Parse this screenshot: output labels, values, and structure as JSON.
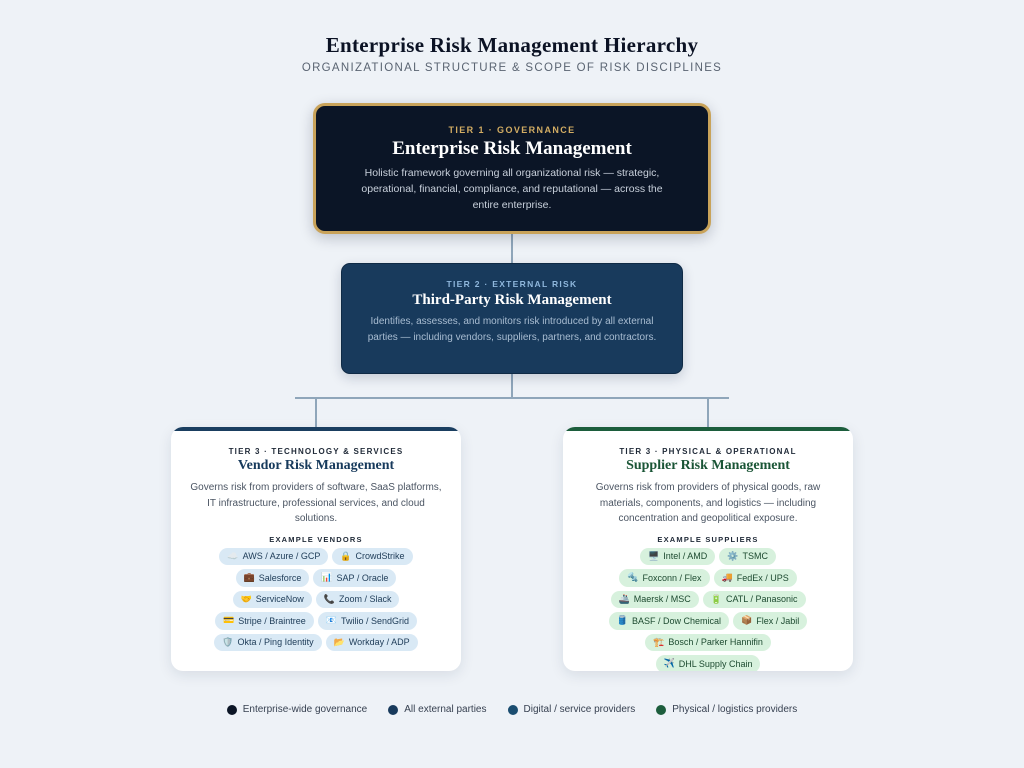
{
  "header": {
    "title": "Enterprise Risk Management Hierarchy",
    "subtitle": "ORGANIZATIONAL STRUCTURE & SCOPE OF RISK DISCIPLINES"
  },
  "tier1": {
    "tag": "TIER 1 · GOVERNANCE",
    "name": "Enterprise Risk Management",
    "desc": "Holistic framework governing all organizational risk — strategic, operational, financial, compliance, and reputational — across the entire enterprise."
  },
  "tier2": {
    "tag": "TIER 2 · EXTERNAL RISK",
    "name": "Third-Party Risk Management",
    "desc": "Identifies, assesses, and monitors risk introduced by all external parties — including vendors, suppliers, partners, and contractors."
  },
  "vendor": {
    "tag": "TIER 3 · TECHNOLOGY & SERVICES",
    "name": "Vendor Risk Management",
    "desc": "Governs risk from providers of software, SaaS platforms, IT infrastructure, professional services, and cloud solutions.",
    "examples_label": "EXAMPLE VENDORS",
    "chips": [
      {
        "icon": "☁️",
        "icon_name": "cloud-icon",
        "label": "AWS / Azure / GCP"
      },
      {
        "icon": "🔒",
        "icon_name": "lock-icon",
        "label": "CrowdStrike"
      },
      {
        "icon": "💼",
        "icon_name": "briefcase-icon",
        "label": "Salesforce"
      },
      {
        "icon": "📊",
        "icon_name": "bar-chart-icon",
        "label": "SAP / Oracle"
      },
      {
        "icon": "🤝",
        "icon_name": "handshake-icon",
        "label": "ServiceNow"
      },
      {
        "icon": "📞",
        "icon_name": "phone-icon",
        "label": "Zoom / Slack"
      },
      {
        "icon": "💳",
        "icon_name": "credit-card-icon",
        "label": "Stripe / Braintree"
      },
      {
        "icon": "📧",
        "icon_name": "email-icon",
        "label": "Twilio / SendGrid"
      },
      {
        "icon": "🛡️",
        "icon_name": "shield-icon",
        "label": "Okta / Ping Identity"
      },
      {
        "icon": "📂",
        "icon_name": "folder-icon",
        "label": "Workday / ADP"
      }
    ]
  },
  "supplier": {
    "tag": "TIER 3 · PHYSICAL & OPERATIONAL",
    "name": "Supplier Risk Management",
    "desc": "Governs risk from providers of physical goods, raw materials, components, and logistics — including concentration and geopolitical exposure.",
    "examples_label": "EXAMPLE SUPPLIERS",
    "chips": [
      {
        "icon": "🖥️",
        "icon_name": "desktop-icon",
        "label": "Intel / AMD"
      },
      {
        "icon": "⚙️",
        "icon_name": "gear-icon",
        "label": "TSMC"
      },
      {
        "icon": "🔩",
        "icon_name": "nut-bolt-icon",
        "label": "Foxconn / Flex"
      },
      {
        "icon": "🚚",
        "icon_name": "truck-icon",
        "label": "FedEx / UPS"
      },
      {
        "icon": "🚢",
        "icon_name": "ship-icon",
        "label": "Maersk / MSC"
      },
      {
        "icon": "🔋",
        "icon_name": "battery-icon",
        "label": "CATL / Panasonic"
      },
      {
        "icon": "🛢️",
        "icon_name": "oil-drum-icon",
        "label": "BASF / Dow Chemical"
      },
      {
        "icon": "📦",
        "icon_name": "package-icon",
        "label": "Flex / Jabil"
      },
      {
        "icon": "🏗️",
        "icon_name": "construction-icon",
        "label": "Bosch / Parker Hannifin"
      },
      {
        "icon": "✈️",
        "icon_name": "airplane-icon",
        "label": "DHL Supply Chain"
      }
    ]
  },
  "legend": [
    {
      "color": "#0b1526",
      "label": "Enterprise-wide governance"
    },
    {
      "color": "#183a5c",
      "label": "All external parties"
    },
    {
      "color": "#1a4d70",
      "label": "Digital / service providers"
    },
    {
      "color": "#1c5d3c",
      "label": "Physical / logistics providers"
    }
  ]
}
